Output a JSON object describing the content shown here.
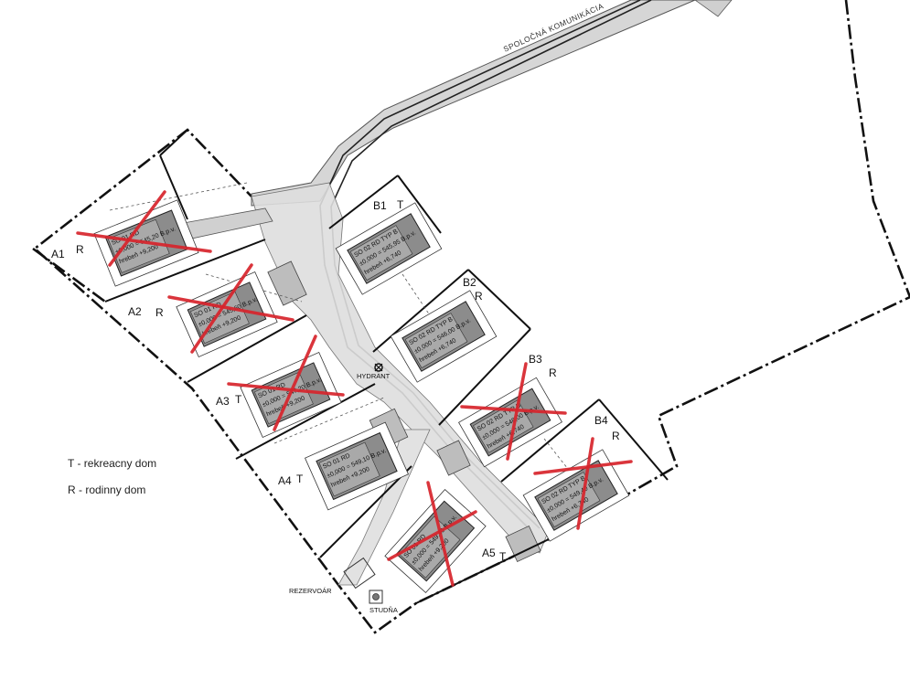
{
  "road_label": "SPOLOČNÁ KOMUNIKÁCIA",
  "hydrant_label": "HYDRANT",
  "rezervoar_label": "REZERVOÁR",
  "studna_label": "STUDŇA",
  "legend": {
    "t_line": "T - rekreacny dom",
    "r_line": "R - rodinny dom"
  },
  "colors": {
    "cross": "#d7242c",
    "boundary": "#111111",
    "building": "#8c8c8c",
    "road_fill": "#d6d6d6"
  },
  "plots": [
    {
      "id": "A1",
      "type": "R",
      "crossed": true
    },
    {
      "id": "A2",
      "type": "R",
      "crossed": true
    },
    {
      "id": "A3",
      "type": "T",
      "crossed": true
    },
    {
      "id": "A4",
      "type": "T",
      "crossed": false
    },
    {
      "id": "A5",
      "type": "T",
      "crossed": true
    },
    {
      "id": "B1",
      "type": "T",
      "crossed": false
    },
    {
      "id": "B2",
      "type": "R",
      "crossed": false
    },
    {
      "id": "B3",
      "type": "R",
      "crossed": true
    },
    {
      "id": "B4",
      "type": "R",
      "crossed": true
    }
  ],
  "buildings": [
    {
      "plot": "A1",
      "l1": "SO 01 RD",
      "l2": "±0,000 = 545,20 B.p.v.",
      "l3": "hrebeň +9,200"
    },
    {
      "plot": "A2",
      "l1": "SO 01 RD",
      "l2": "±0,000 = 545,60 B.p.v.",
      "l3": "hrebeň +9,200"
    },
    {
      "plot": "A3",
      "l1": "SO 01 RD",
      "l2": "±0,000 = 547,20 B.p.v.",
      "l3": "hrebeň +9,200"
    },
    {
      "plot": "A4",
      "l1": "SO 01 RD",
      "l2": "±0,000 = 549,10 B.p.v.",
      "l3": "hrebeň +9,200"
    },
    {
      "plot": "A5",
      "l1": "SO 01 RD",
      "l2": "±0,000 = 549,40 B.p.v.",
      "l3": "hrebeň +9,200"
    },
    {
      "plot": "B1",
      "l1": "SO 02 RD TYP B",
      "l2": "±0,000 = 545,95 B.p.v.",
      "l3": "hrebeň +6,740"
    },
    {
      "plot": "B2",
      "l1": "SO 02 RD TYP B",
      "l2": "±0,000 = 546,00 B.p.v.",
      "l3": "hrebeň +6,740"
    },
    {
      "plot": "B3",
      "l1": "SO 02 RD TYP B",
      "l2": "±0,000 = 548,00 B.p.v.",
      "l3": "hrebeň +6,740"
    },
    {
      "plot": "B4",
      "l1": "SO 02 RD TYP B",
      "l2": "±0,000 = 549,40 B.p.v.",
      "l3": "hrebeň +6,740"
    }
  ]
}
